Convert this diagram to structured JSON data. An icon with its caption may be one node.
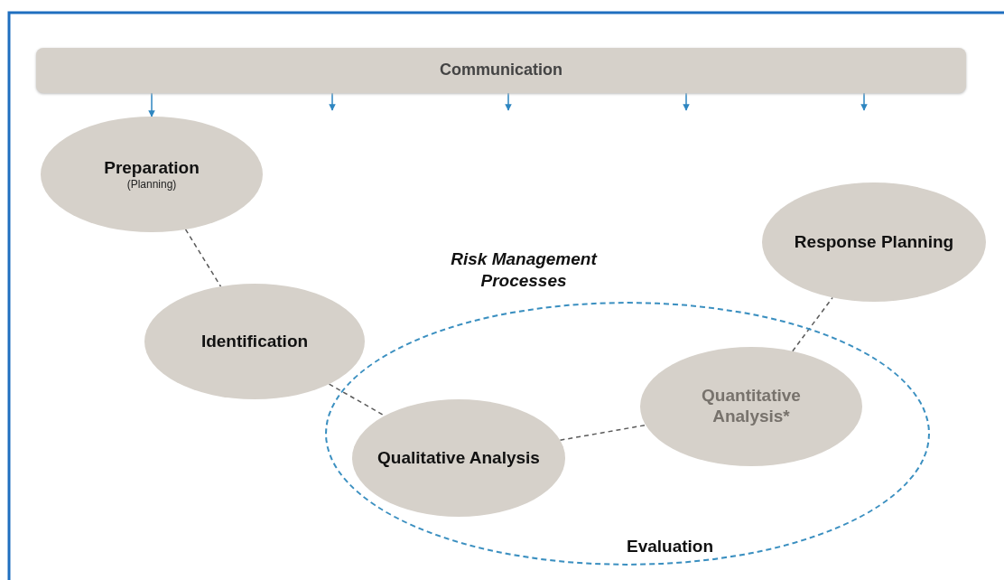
{
  "diagram": {
    "nodes": [
      {
        "text": [
          "Communication"
        ]
      },
      {
        "text": [
          "Preparation",
          "(Planning)"
        ]
      },
      {
        "text": [
          "Identification"
        ]
      },
      {
        "text": [
          "Evaluation"
        ]
      },
      {
        "text": [
          "Qualitative Analysis"
        ],
        "in": 3
      },
      {
        "text": [
          "Quantitative Analysis*"
        ],
        "in": 3
      },
      {
        "text": [
          "Response Planning"
        ]
      }
    ],
    "edges": [
      {
        "from": 0,
        "to": 1,
        "arrow": "to"
      },
      {
        "from": 0,
        "to": null,
        "arrow": "to"
      },
      {
        "from": 0,
        "to": null,
        "arrow": "to"
      },
      {
        "from": 0,
        "to": null,
        "arrow": "to"
      },
      {
        "from": 0,
        "to": null,
        "arrow": "to"
      },
      {
        "from": 1,
        "to": 2,
        "arrow": "none",
        "style": "dashed",
        "color": "#5a5a5a"
      },
      {
        "from": 2,
        "to": 4,
        "arrow": "none",
        "style": "dashed",
        "color": "#5a5a5a"
      },
      {
        "from": 4,
        "to": 5,
        "arrow": "none",
        "style": "dashed",
        "color": "#5a5a5a"
      },
      {
        "from": 5,
        "to": 6,
        "arrow": "none",
        "style": "dashed",
        "color": "#5a5a5a"
      }
    ],
    "labels": [
      "Risk Management Processes"
    ]
  }
}
